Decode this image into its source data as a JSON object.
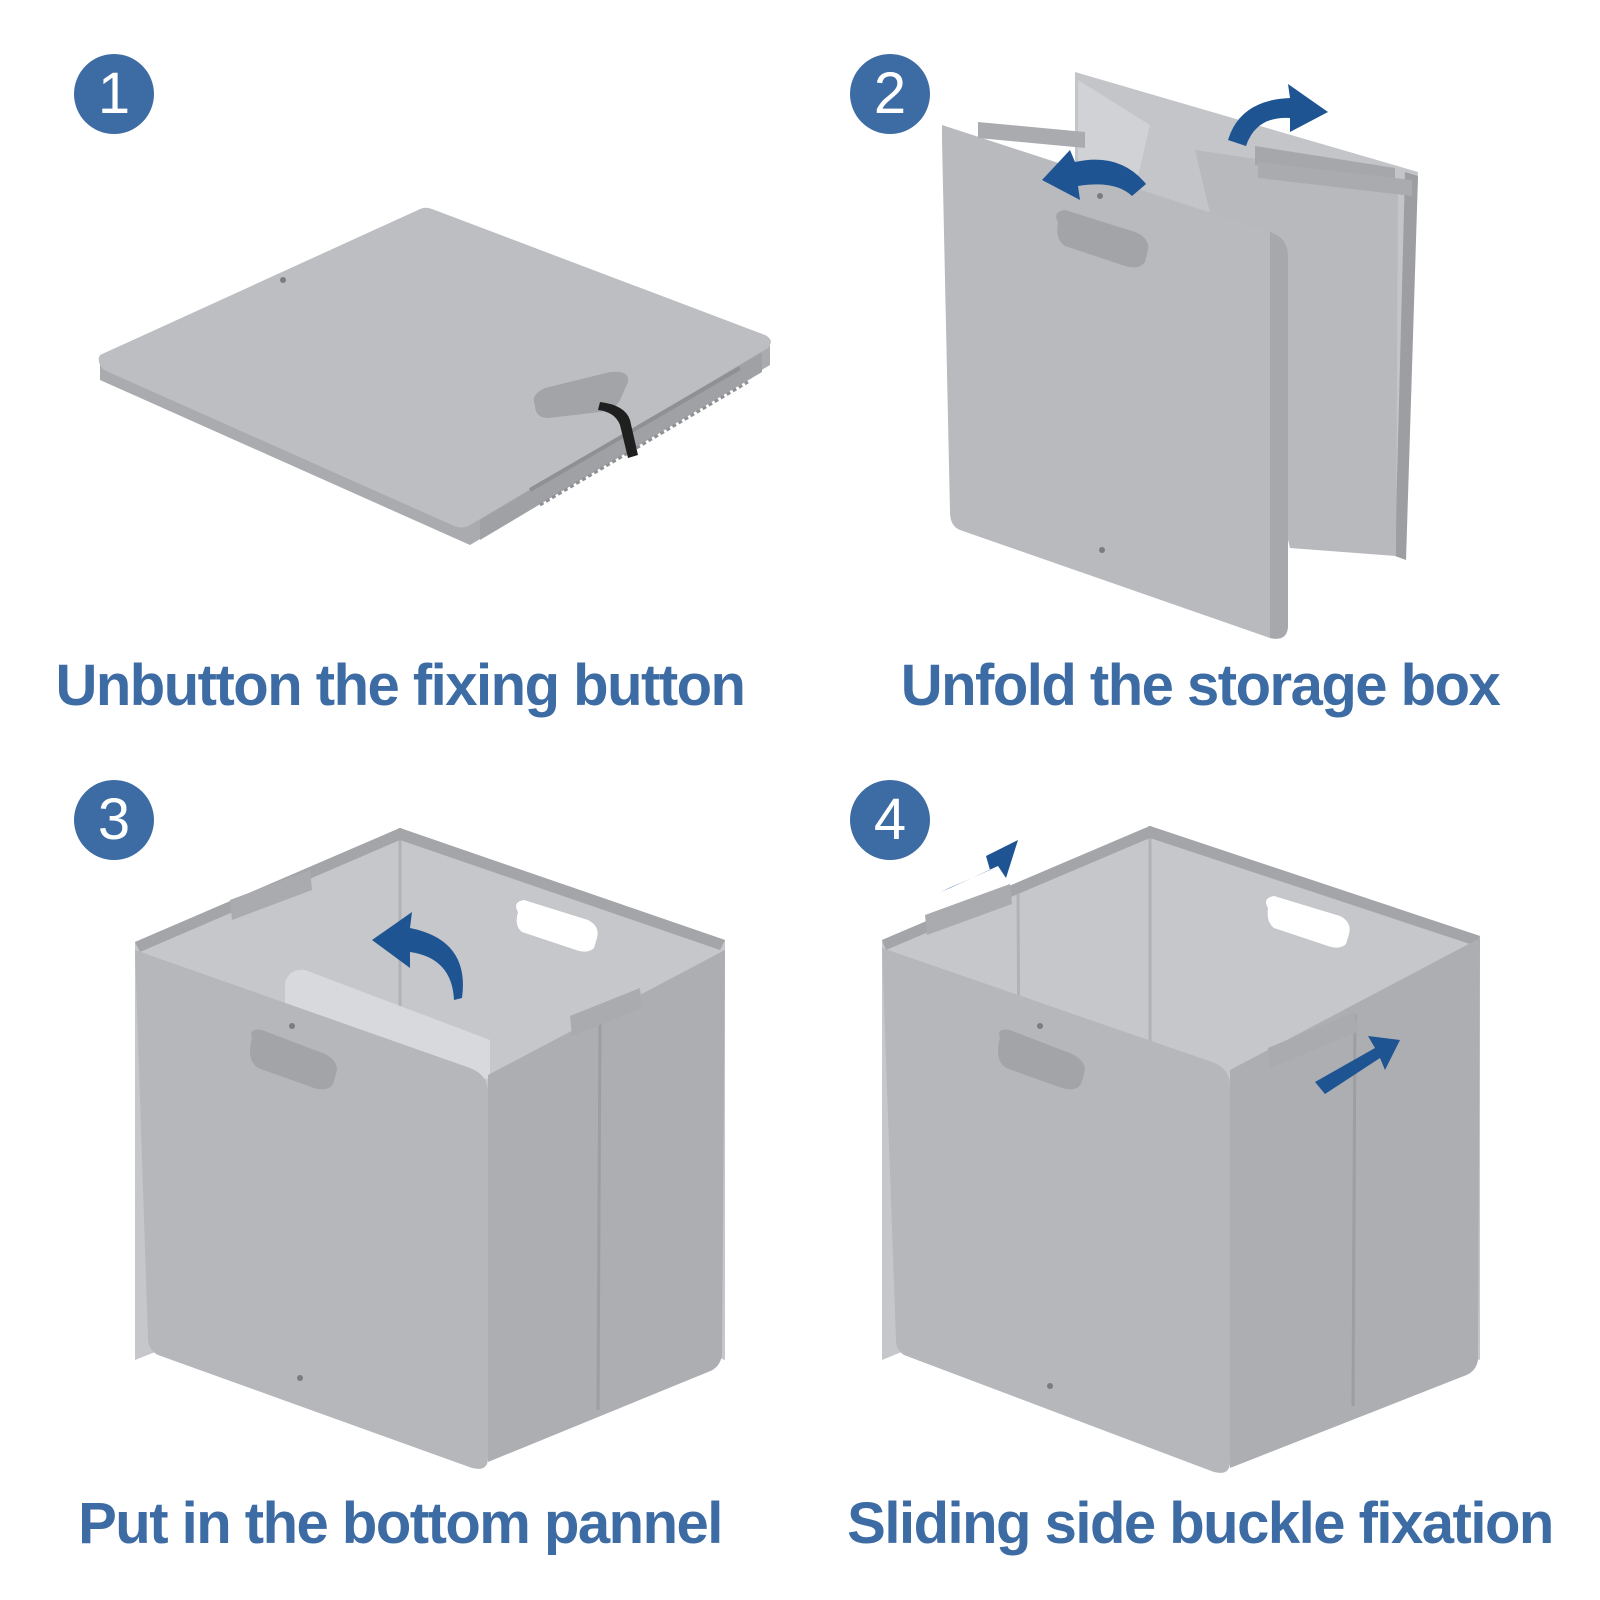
{
  "colors": {
    "accent": "#3d6ba3",
    "arrow": "#1f5493",
    "box": "#b4b6ba",
    "box_light": "#c8cacd",
    "box_dark": "#a3a5a9",
    "background": "#ffffff"
  },
  "steps": [
    {
      "number": "1",
      "caption": "Unbutton the fixing button",
      "icon": "folded-box-illustration"
    },
    {
      "number": "2",
      "caption": "Unfold the storage box",
      "icon": "unfolding-box-illustration"
    },
    {
      "number": "3",
      "caption": "Put in the bottom pannel",
      "icon": "open-box-bottom-panel-illustration"
    },
    {
      "number": "4",
      "caption": "Sliding side buckle fixation",
      "icon": "assembled-box-illustration"
    }
  ]
}
